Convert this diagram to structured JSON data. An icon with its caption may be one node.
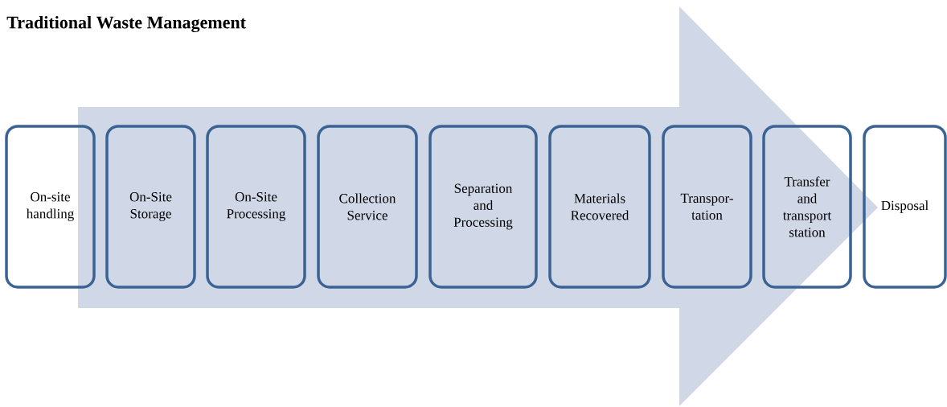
{
  "diagram": {
    "title": "Traditional Waste Management",
    "nodes": [
      {
        "text": [
          "On-site handling"
        ]
      },
      {
        "text": [
          "On-Site Storage"
        ]
      },
      {
        "text": [
          "On-Site Processing"
        ]
      },
      {
        "text": [
          "Collection Service"
        ]
      },
      {
        "text": [
          "Separation and Processing"
        ]
      },
      {
        "text": [
          "Materials Recovered"
        ]
      },
      {
        "text": [
          "Transpor- tation"
        ]
      },
      {
        "text": [
          "Transfer and transport station"
        ]
      },
      {
        "text": [
          "Disposal"
        ]
      }
    ],
    "edges": [
      {
        "from": 0,
        "to": 8,
        "arrow": "to"
      }
    ]
  }
}
